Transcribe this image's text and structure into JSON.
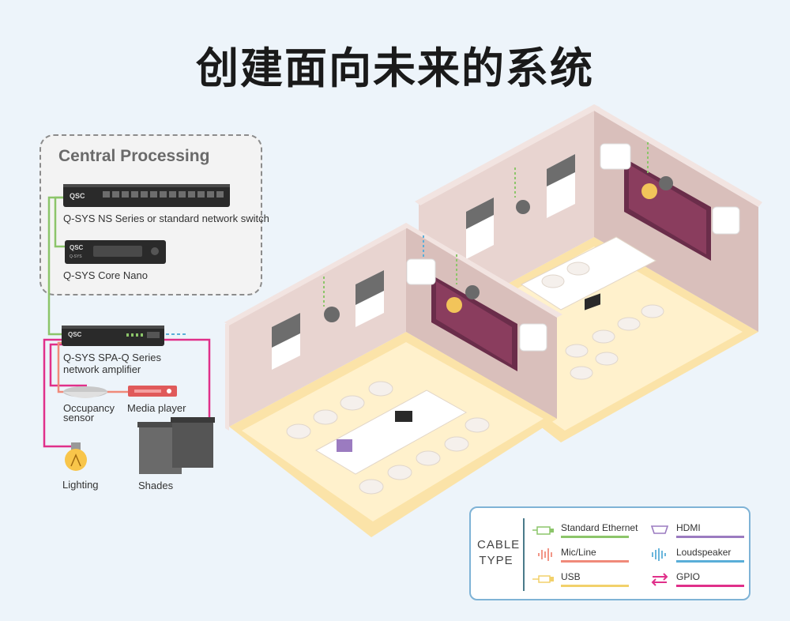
{
  "page": {
    "title": "创建面向未来的系统"
  },
  "central_processing": {
    "title": "Central Processing",
    "switch_label": "Q-SYS NS Series or standard network switch",
    "switch_brand": "QSC",
    "core_label": "Q-SYS Core Nano",
    "core_brand": "QSC",
    "core_sub": "Q-SYS"
  },
  "devices": {
    "amplifier_label_line1": "Q-SYS SPA-Q Series",
    "amplifier_label_line2": "network amplifier",
    "amplifier_brand": "QSC",
    "occupancy_line1": "Occupancy",
    "occupancy_line2": "sensor",
    "media_player": "Media player",
    "lighting": "Lighting",
    "shades": "Shades"
  },
  "legend": {
    "title_line1": "CABLE",
    "title_line2": "TYPE",
    "items": [
      {
        "label": "Standard Ethernet",
        "color": "#8cc56a",
        "icon": "ethernet-icon"
      },
      {
        "label": "Mic/Line",
        "color": "#f08a7a",
        "icon": "mic-line-icon"
      },
      {
        "label": "USB",
        "color": "#f2d16b",
        "icon": "usb-icon"
      },
      {
        "label": "HDMI",
        "color": "#9b7bc0",
        "icon": "hdmi-icon"
      },
      {
        "label": "Loudspeaker",
        "color": "#5aaed8",
        "icon": "loudspeaker-icon"
      },
      {
        "label": "GPIO",
        "color": "#e0308a",
        "icon": "gpio-icon"
      }
    ]
  },
  "colors": {
    "ethernet": "#8cc56a",
    "gpio": "#e0308a",
    "loudspeaker": "#5aaed8",
    "floor": "#fbe3a8",
    "wall": "#e8d4d0"
  }
}
